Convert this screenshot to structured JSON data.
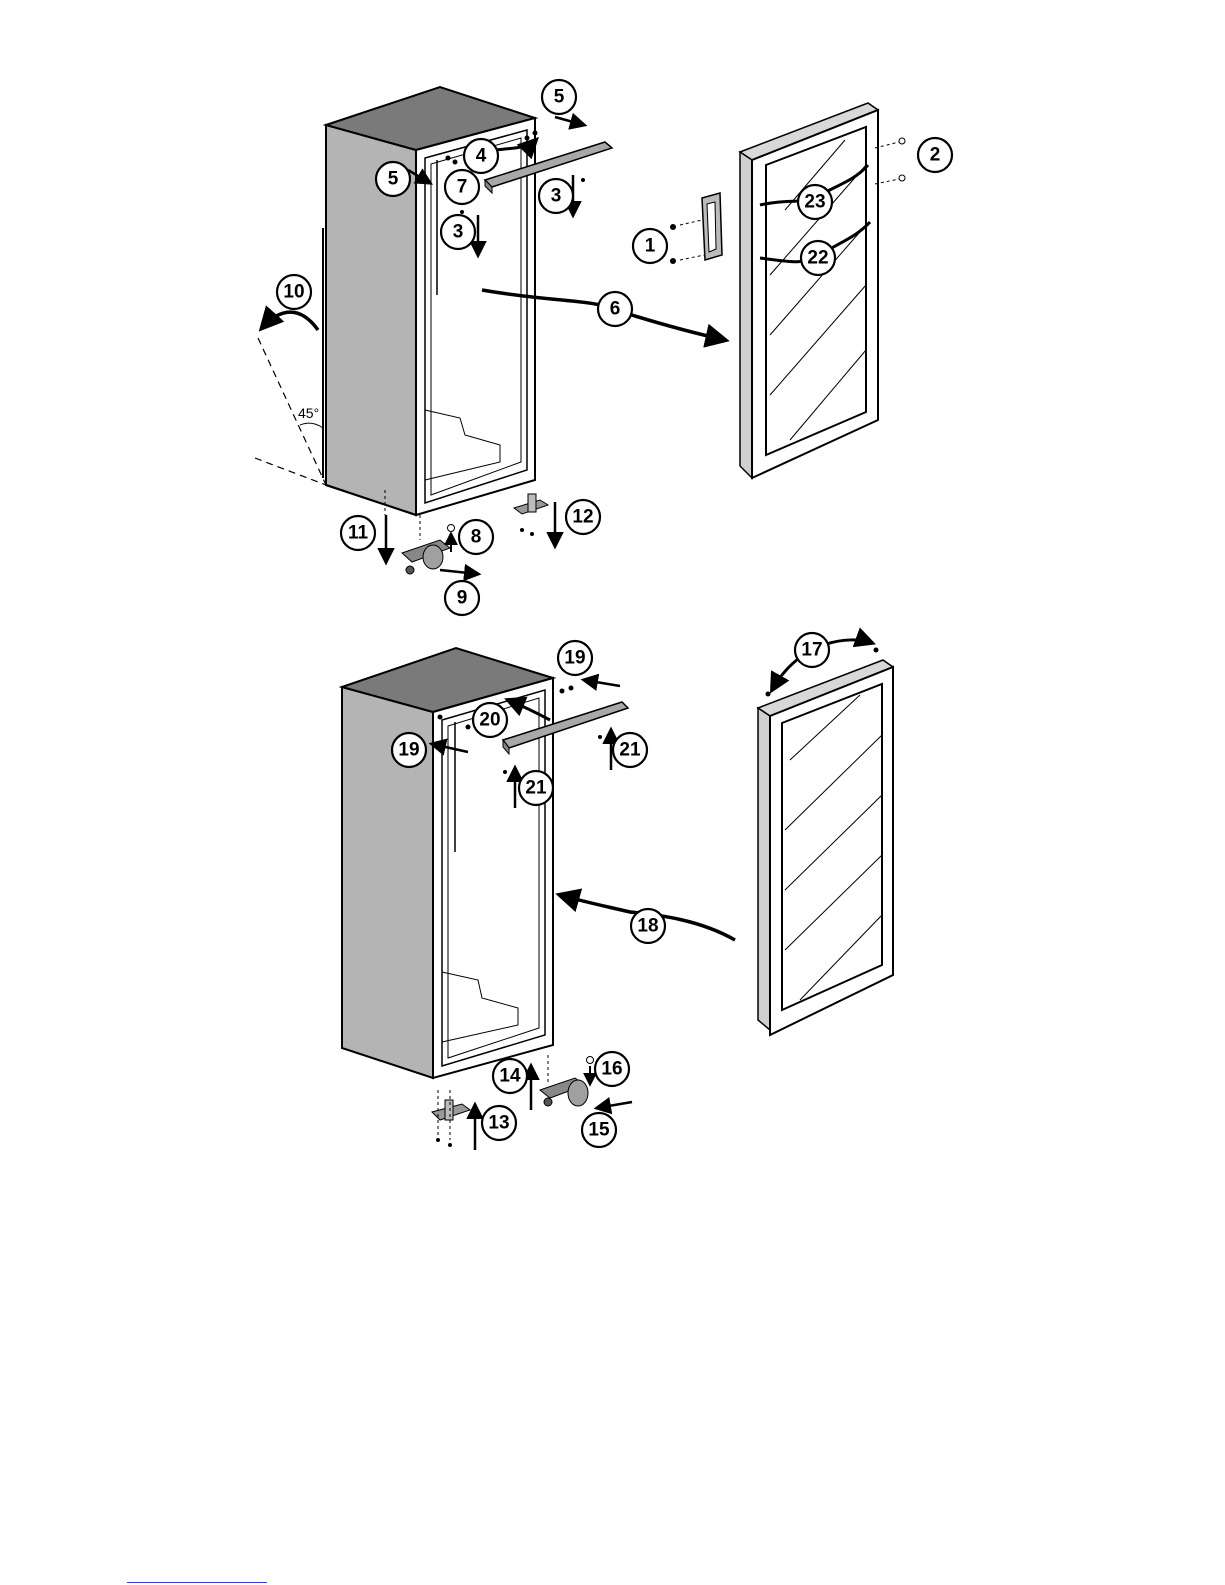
{
  "diagram": {
    "angle_label": "45°",
    "callouts": [
      "1",
      "2",
      "3",
      "4",
      "5",
      "6",
      "7",
      "8",
      "9",
      "10",
      "11",
      "12",
      "13",
      "14",
      "15",
      "16",
      "17",
      "18",
      "19",
      "20",
      "21",
      "22",
      "23"
    ]
  },
  "colors": {
    "cabinet_side": "#b4b4b4",
    "cabinet_top": "#7a7a7a",
    "cabinet_front": "#ffffff",
    "bar": "#a8a8a8",
    "line": "#000000",
    "footer_rule": "#3b3bd6"
  }
}
